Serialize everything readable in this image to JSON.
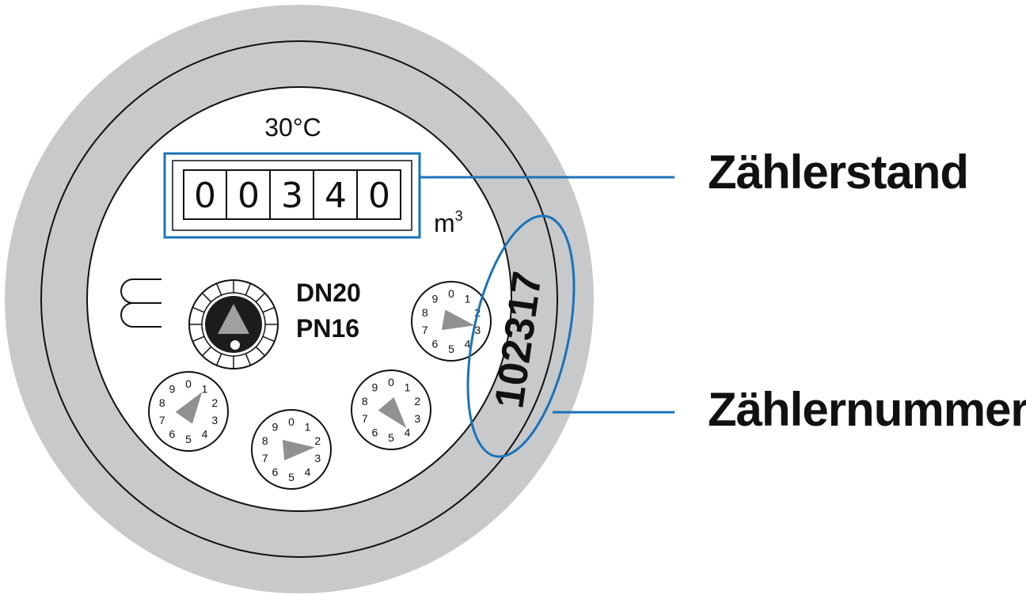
{
  "meter": {
    "temperature": "30°C",
    "counter_digits": [
      "0",
      "0",
      "3",
      "4",
      "0"
    ],
    "unit_base": "m",
    "unit_exp": "3",
    "nominal_diameter": "DN20",
    "pressure_rating": "PN16",
    "serial_number": "102317",
    "dial_numbers": [
      "0",
      "1",
      "2",
      "3",
      "4",
      "5",
      "6",
      "7",
      "8",
      "9"
    ]
  },
  "callouts": {
    "reading_label": "Zählerstand",
    "serial_label": "Zählernummer"
  },
  "colors": {
    "highlight_blue": "#1a73b8",
    "ring_gray": "#c8c9cb",
    "pointer_gray": "#909090",
    "center_dark": "#1c1c1c"
  }
}
